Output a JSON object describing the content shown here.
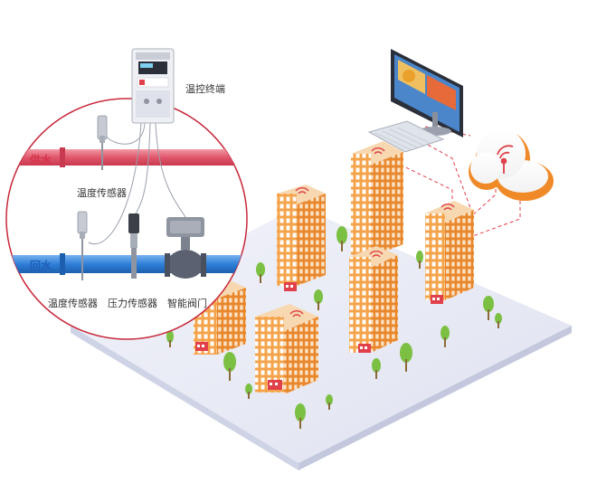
{
  "labels": {
    "terminal": "温控终端",
    "supply": "供水",
    "return": "回水",
    "temp_sensor_top": "温度传感器",
    "temp_sensor_bottom": "温度传感器",
    "pressure_sensor": "压力传感器",
    "smart_valve": "智能阀门"
  },
  "colors": {
    "supply_pipe": "#e0566b",
    "supply_label": "#d6334a",
    "return_pipe": "#2f7fd8",
    "return_label": "#1f5fb8",
    "circle_border": "#c8283a",
    "building_face": "#f5a34a",
    "building_side": "#e88a2d",
    "window": "#ffffff",
    "tree": "#7bc043",
    "platform": "#e7e9f4",
    "network_line": "#e0404a",
    "cloud": "#f08a28"
  },
  "icons": {
    "terminal": "meter-device-icon",
    "monitor": "monitor-icon",
    "keyboard": "keyboard-icon",
    "cloud": "cloud-icon",
    "wifi": "wifi-signal-icon",
    "valve": "valve-icon",
    "sensor": "sensor-probe-icon"
  }
}
